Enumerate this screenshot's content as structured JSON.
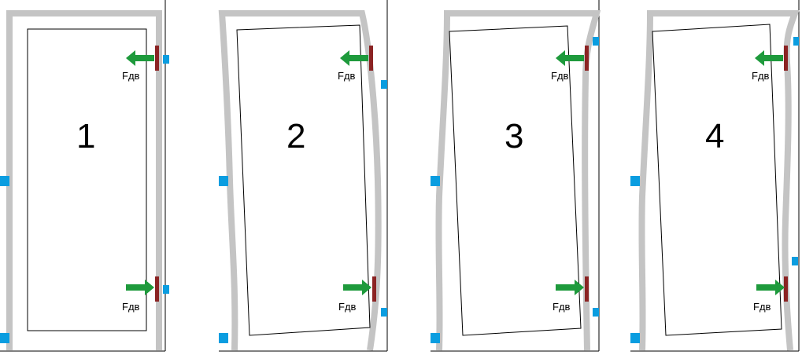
{
  "panels": [
    {
      "number": "1",
      "force_top": "Fдв",
      "force_bottom": "Fдв"
    },
    {
      "number": "2",
      "force_top": "Fдв",
      "force_bottom": "Fдв"
    },
    {
      "number": "3",
      "force_top": "Fдв",
      "force_bottom": "Fдв"
    },
    {
      "number": "4",
      "force_top": "Fдв",
      "force_bottom": "Fдв"
    }
  ],
  "colors": {
    "frame_outline": "#000000",
    "seal": "#c4c4c4",
    "hinge": "#0a9de0",
    "striker": "#8b2323",
    "arrow": "#1e9a3c"
  },
  "icons": {
    "force_arrow": "arrow-icon",
    "hinge": "hinge-icon",
    "striker": "striker-plate-icon"
  }
}
